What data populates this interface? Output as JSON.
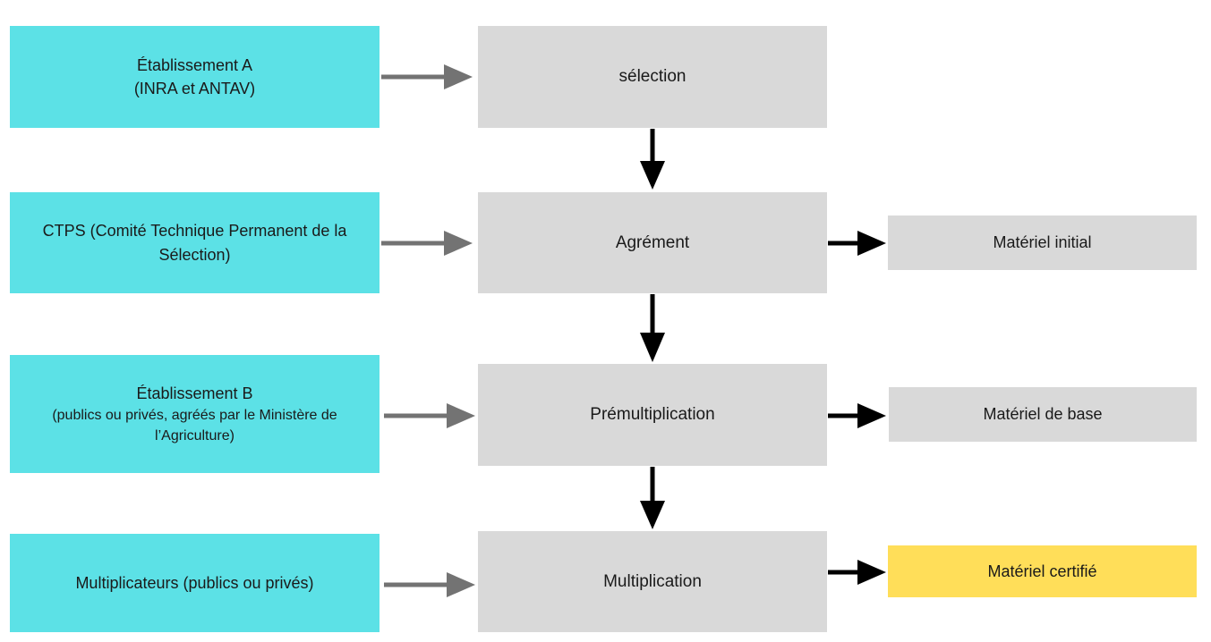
{
  "actors": {
    "etablissement_a": {
      "line1": "Établissement A",
      "line2": "(INRA et ANTAV)"
    },
    "ctps": {
      "line1": "CTPS (Comité Technique Permanent de la",
      "line2": "Sélection)"
    },
    "etablissement_b": {
      "line1": "Établissement B",
      "line2": "(publics ou privés, agréés par le Ministère de",
      "line3": "l’Agriculture)"
    },
    "multiplicateurs": {
      "line1": "Multiplicateurs (publics ou privés)"
    }
  },
  "stages": {
    "selection": "sélection",
    "agrement": "Agrément",
    "premultiplication": "Prémultiplication",
    "multiplication": "Multiplication"
  },
  "outputs": {
    "materiel_initial": "Matériel initial",
    "materiel_base": "Matériel de base",
    "materiel_certifie": "Matériel certifié"
  },
  "colors": {
    "actor_fill": "#5ce1e6",
    "stage_fill": "#d9d9d9",
    "output_fill": "#d9d9d9",
    "certified_fill": "#ffde59",
    "actor_arrow": "#737373",
    "flow_arrow": "#000000"
  }
}
